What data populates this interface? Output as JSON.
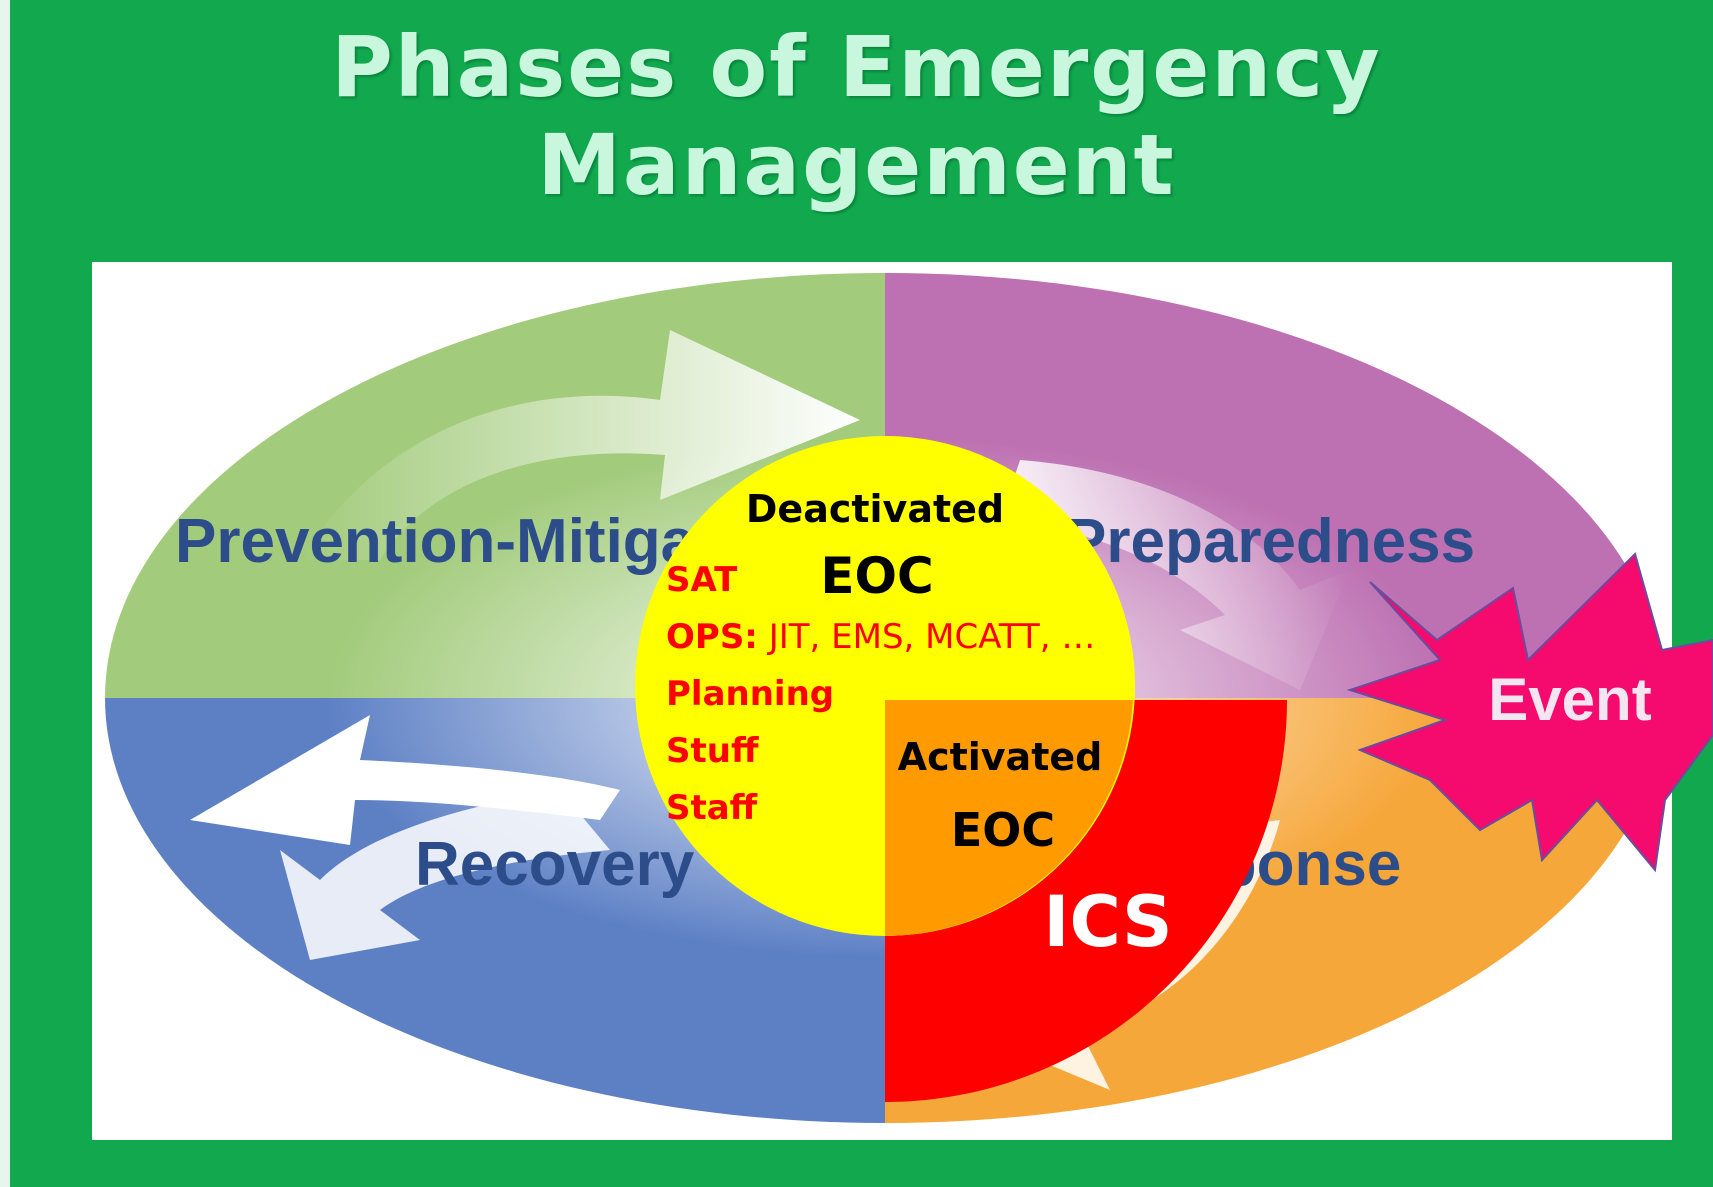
{
  "title": {
    "line1": "Phases of Emergency",
    "line2": "Management"
  },
  "phases": {
    "mitigation": "Prevention-Mitigation",
    "preparedness": "Preparedness",
    "response": "Response",
    "recovery": "Recovery"
  },
  "center": {
    "deactivated": "Deactivated",
    "eoc_top": "EOC",
    "sat": "SAT",
    "ops_label": "OPS:",
    "ops_items": " JIT, EMS, MCATT, …",
    "planning": "Planning",
    "stuff": "Stuff",
    "staff": "Staff",
    "activated": "Activated",
    "eoc_bottom": "EOC",
    "ics": "ICS"
  },
  "event": {
    "label": "Event"
  },
  "colors": {
    "background": "#11a84e",
    "mitigation": "#a2cb7b",
    "preparedness": "#bd71b2",
    "response": "#f6a73a",
    "recovery": "#5d80c5",
    "center_circle": "#ffff00",
    "activated": "#ff9a00",
    "ics": "#ff0000",
    "event": "#f50a6e",
    "phase_text": "#2d4d8a"
  }
}
